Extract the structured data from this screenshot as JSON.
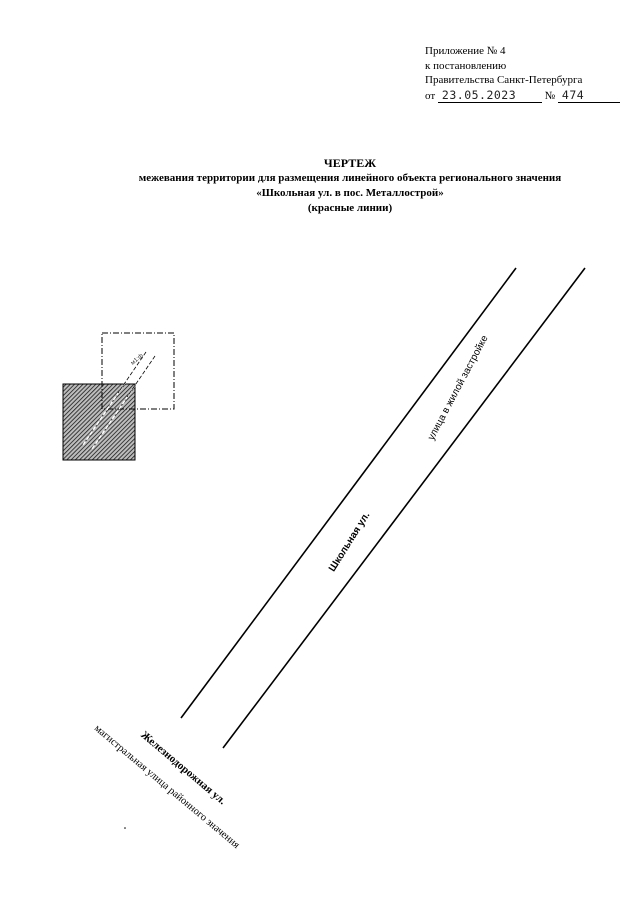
{
  "appendix": {
    "line1": "Приложение № 4",
    "line2": "к постановлению",
    "line3": "Правительства Санкт-Петербурга",
    "date_prefix": "от",
    "date_value": "23.05.2023",
    "number_prefix": "№",
    "number_value": "474"
  },
  "title": {
    "line1": "ЧЕРТЕЖ",
    "line2": "межевания территории для размещения линейного объекта регионального значения",
    "line3": "«Школьная ул. в пос. Металлострой»",
    "line4": "(красные линии)"
  },
  "labels": {
    "school_street": "Школьная ул.",
    "school_street_sub": "улица в жилой застройке",
    "railway_street": "Железнодорожная ул.",
    "railway_street_sub": "магистральная улица районного значения",
    "inset_note": "м1:ф"
  }
}
